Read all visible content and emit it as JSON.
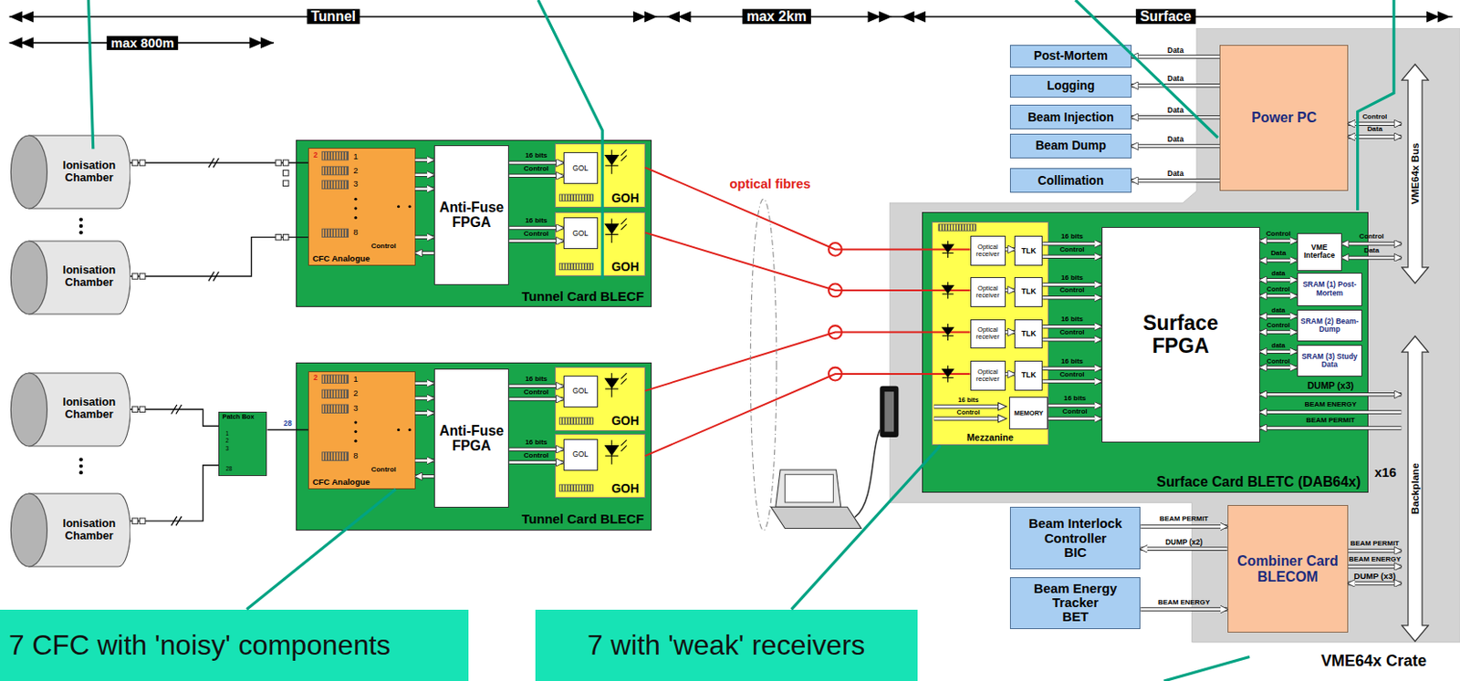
{
  "diagram": {
    "nodes": [
      {
        "text": [
          "Ionisation Chamber"
        ]
      },
      {
        "text": [
          "Ionisation Chamber"
        ]
      },
      {
        "text": [
          "Tunnel Card BLECF"
        ]
      },
      {
        "text": [
          "CFC Analogue"
        ],
        "in": 2
      },
      {
        "text": [
          "Anti-Fuse FPGA"
        ],
        "in": 2
      },
      {
        "text": [
          "GOH"
        ],
        "in": 2
      },
      {
        "text": [
          "GOL"
        ],
        "in": 5
      },
      {
        "text": [
          "GOH"
        ],
        "in": 2
      },
      {
        "text": [
          "GOL"
        ],
        "in": 7
      },
      {
        "text": [
          "Ionisation Chamber"
        ]
      },
      {
        "text": [
          "Ionisation Chamber"
        ]
      },
      {
        "text": [
          "Patch Box"
        ]
      },
      {
        "text": [
          "Tunnel Card BLECF"
        ]
      },
      {
        "text": [
          "CFC Analogue"
        ],
        "in": 12
      },
      {
        "text": [
          "Anti-Fuse FPGA"
        ],
        "in": 12
      },
      {
        "text": [
          "GOH"
        ],
        "in": 12
      },
      {
        "text": [
          "GOL"
        ],
        "in": 15
      },
      {
        "text": [
          "GOH"
        ],
        "in": 12
      },
      {
        "text": [
          "GOL"
        ],
        "in": 17
      },
      {
        "text": [
          "Post-Mortem"
        ]
      },
      {
        "text": [
          "Logging"
        ]
      },
      {
        "text": [
          "Beam Injection"
        ]
      },
      {
        "text": [
          "Beam Dump"
        ]
      },
      {
        "text": [
          "Collimation"
        ]
      },
      {
        "text": [
          "VME64x Crate"
        ]
      },
      {
        "text": [
          "Power PC"
        ],
        "in": 24
      },
      {
        "text": [
          "VME64x Bus"
        ],
        "in": 24
      },
      {
        "text": [
          "Surface Card BLETC (DAB64x)"
        ],
        "in": 24
      },
      {
        "text": [
          "Mezzanine"
        ],
        "in": 27
      },
      {
        "text": [
          "Optical receiver"
        ],
        "in": 28
      },
      {
        "text": [
          "TLK"
        ],
        "in": 28
      },
      {
        "text": [
          "Optical receiver"
        ],
        "in": 28
      },
      {
        "text": [
          "TLK"
        ],
        "in": 28
      },
      {
        "text": [
          "Optical receiver"
        ],
        "in": 28
      },
      {
        "text": [
          "TLK"
        ],
        "in": 28
      },
      {
        "text": [
          "Optical receiver"
        ],
        "in": 28
      },
      {
        "text": [
          "TLK"
        ],
        "in": 28
      },
      {
        "text": [
          "MEMORY"
        ],
        "in": 28
      },
      {
        "text": [
          "Surface FPGA"
        ],
        "in": 27
      },
      {
        "text": [
          "VME Interface"
        ],
        "in": 27
      },
      {
        "text": [
          "SRAM (1) Post-Mortem"
        ],
        "in": 27
      },
      {
        "text": [
          "SRAM (2) Beam-Dump"
        ],
        "in": 27
      },
      {
        "text": [
          "SRAM (3) Study Data"
        ],
        "in": 27
      },
      {
        "text": [
          "Backplane"
        ],
        "in": 24
      },
      {
        "text": [
          "Beam Interlock Controller",
          "BIC"
        ]
      },
      {
        "text": [
          "Beam Energy Tracker",
          "BET"
        ]
      },
      {
        "text": [
          "Combiner Card",
          "BLECOM"
        ],
        "in": 24
      },
      {
        "text": [
          "7 CFC with 'noisy' components"
        ]
      },
      {
        "text": [
          "7 with 'weak' receivers"
        ]
      }
    ],
    "edges": [
      {
        "from": 0,
        "to": 3,
        "arrow": "none"
      },
      {
        "from": 1,
        "to": 3,
        "arrow": "none"
      },
      {
        "from": 9,
        "to": 11,
        "arrow": "none"
      },
      {
        "from": 10,
        "to": 11,
        "arrow": "none"
      },
      {
        "from": 11,
        "to": 13,
        "arrow": "none",
        "label": "28"
      },
      {
        "from": 3,
        "to": 4,
        "arrow": "to"
      },
      {
        "from": 3,
        "to": 4,
        "arrow": "to"
      },
      {
        "from": 3,
        "to": 4,
        "arrow": "to"
      },
      {
        "from": 3,
        "to": 4,
        "arrow": "to"
      },
      {
        "from": 4,
        "to": 3,
        "arrow": "to",
        "label": "Control"
      },
      {
        "from": 4,
        "to": 6,
        "arrow": "to",
        "label": "16 bits"
      },
      {
        "from": 4,
        "to": 6,
        "arrow": "to",
        "label": "Control"
      },
      {
        "from": 4,
        "to": 8,
        "arrow": "to",
        "label": "16 bits"
      },
      {
        "from": 4,
        "to": 8,
        "arrow": "to",
        "label": "Control"
      },
      {
        "from": 13,
        "to": 14,
        "arrow": "to"
      },
      {
        "from": 13,
        "to": 14,
        "arrow": "to"
      },
      {
        "from": 13,
        "to": 14,
        "arrow": "to"
      },
      {
        "from": 13,
        "to": 14,
        "arrow": "to"
      },
      {
        "from": 14,
        "to": 13,
        "arrow": "to",
        "label": "Control"
      },
      {
        "from": 14,
        "to": 16,
        "arrow": "to",
        "label": "16 bits"
      },
      {
        "from": 14,
        "to": 16,
        "arrow": "to",
        "label": "Control"
      },
      {
        "from": 14,
        "to": 18,
        "arrow": "to",
        "label": "16 bits"
      },
      {
        "from": 14,
        "to": 18,
        "arrow": "to",
        "label": "Control"
      },
      {
        "from": 5,
        "to": 29,
        "arrow": "none"
      },
      {
        "from": 7,
        "to": 31,
        "arrow": "none"
      },
      {
        "from": 15,
        "to": 33,
        "arrow": "none"
      },
      {
        "from": 17,
        "to": 35,
        "arrow": "none"
      },
      {
        "from": 29,
        "to": 30,
        "arrow": "to"
      },
      {
        "from": 31,
        "to": 32,
        "arrow": "to"
      },
      {
        "from": 33,
        "to": 34,
        "arrow": "to"
      },
      {
        "from": 35,
        "to": 36,
        "arrow": "to"
      },
      {
        "from": 30,
        "to": 38,
        "arrow": "to",
        "label": "16 bits"
      },
      {
        "from": 30,
        "to": 38,
        "arrow": "to",
        "label": "Control"
      },
      {
        "from": 32,
        "to": 38,
        "arrow": "to",
        "label": "16 bits"
      },
      {
        "from": 32,
        "to": 38,
        "arrow": "to",
        "label": "Control"
      },
      {
        "from": 34,
        "to": 38,
        "arrow": "to",
        "label": "16 bits"
      },
      {
        "from": 34,
        "to": 38,
        "arrow": "to",
        "label": "Control"
      },
      {
        "from": 36,
        "to": 38,
        "arrow": "to",
        "label": "16 bits"
      },
      {
        "from": 36,
        "to": 38,
        "arrow": "to",
        "label": "Control"
      },
      {
        "from": 37,
        "to": 38,
        "arrow": "to",
        "label": "16 bits"
      },
      {
        "from": 37,
        "to": 38,
        "arrow": "to",
        "label": "Control"
      },
      {
        "from": 38,
        "to": 39,
        "arrow": "both",
        "label": "Control"
      },
      {
        "from": 38,
        "to": 39,
        "arrow": "both",
        "label": "Data"
      },
      {
        "from": 38,
        "to": 40,
        "arrow": "both",
        "label": "data"
      },
      {
        "from": 38,
        "to": 40,
        "arrow": "both",
        "label": "Control"
      },
      {
        "from": 38,
        "to": 41,
        "arrow": "both",
        "label": "data"
      },
      {
        "from": 38,
        "to": 41,
        "arrow": "both",
        "label": "Control"
      },
      {
        "from": 38,
        "to": 42,
        "arrow": "both",
        "label": "data"
      },
      {
        "from": 38,
        "to": 42,
        "arrow": "both",
        "label": "Control"
      },
      {
        "from": 39,
        "to": 26,
        "arrow": "both",
        "label": "Control"
      },
      {
        "from": 39,
        "to": 26,
        "arrow": "both",
        "label": "Data"
      },
      {
        "from": 25,
        "to": 26,
        "arrow": "both",
        "label": "Control"
      },
      {
        "from": 25,
        "to": 26,
        "arrow": "both",
        "label": "Data"
      },
      {
        "from": 25,
        "to": 19,
        "arrow": "to",
        "label": "Data"
      },
      {
        "from": 25,
        "to": 20,
        "arrow": "to",
        "label": "Data"
      },
      {
        "from": 25,
        "to": 21,
        "arrow": "to",
        "label": "Data"
      },
      {
        "from": 25,
        "to": 22,
        "arrow": "to",
        "label": "Data"
      },
      {
        "from": 25,
        "to": 23,
        "arrow": "to",
        "label": "Data"
      },
      {
        "from": 43,
        "to": 38,
        "arrow": "both",
        "label": "DUMP (x3)"
      },
      {
        "from": 43,
        "to": 38,
        "arrow": "to",
        "label": "BEAM ENERGY"
      },
      {
        "from": 43,
        "to": 38,
        "arrow": "to",
        "label": "BEAM PERMIT"
      },
      {
        "from": 44,
        "to": 46,
        "arrow": "to",
        "label": "BEAM PERMIT"
      },
      {
        "from": 46,
        "to": 44,
        "arrow": "to",
        "label": "DUMP (x2)"
      },
      {
        "from": 45,
        "to": 46,
        "arrow": "to",
        "label": "BEAM ENERGY"
      },
      {
        "from": 46,
        "to": 43,
        "arrow": "to",
        "label": "BEAM PERMIT"
      },
      {
        "from": 46,
        "to": 43,
        "arrow": "to",
        "label": "BEAM ENERGY"
      },
      {
        "from": 46,
        "to": 43,
        "arrow": "both",
        "label": "DUMP (x3)"
      },
      {
        "from": 47,
        "to": 13,
        "arrow": "none"
      },
      {
        "from": 48,
        "to": 28,
        "arrow": "none"
      }
    ],
    "labels": [
      "Tunnel",
      "max 2km",
      "Surface",
      "max 800m",
      "2",
      "1",
      "2",
      "3",
      "8",
      "2",
      "1",
      "2",
      "3",
      "8",
      "1",
      "2",
      "3",
      "28",
      "optical fibres",
      "16 bits",
      "Control",
      "x16"
    ]
  }
}
